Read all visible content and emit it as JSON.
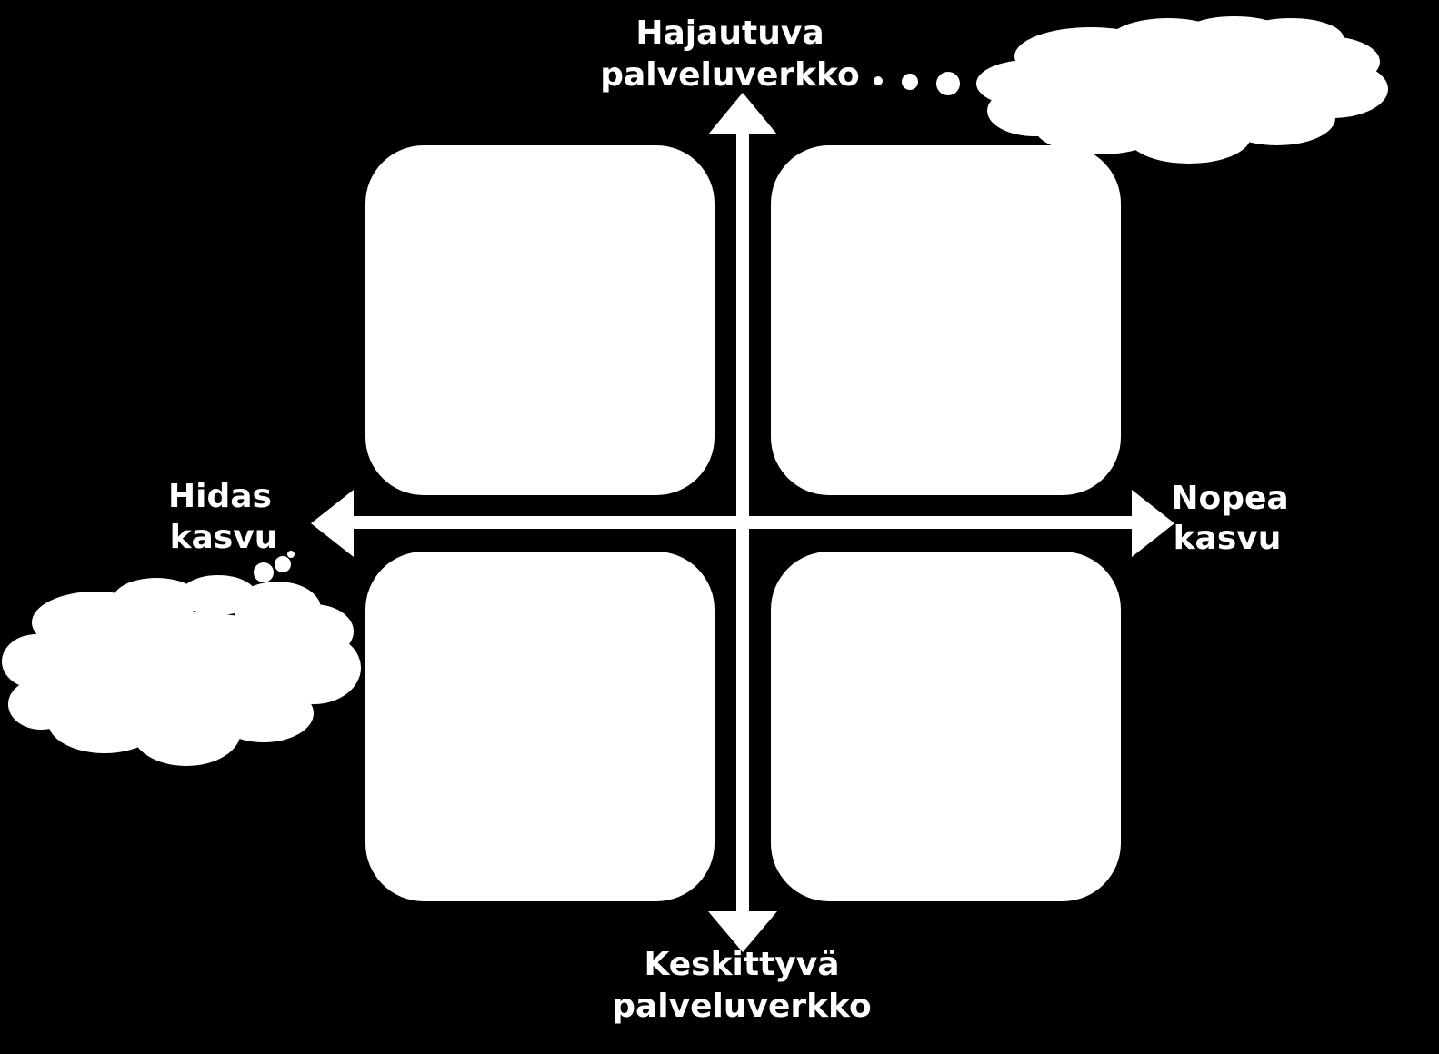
{
  "colors": {
    "background": "#000000",
    "foreground": "#ffffff"
  },
  "axes": {
    "top": {
      "line1": "Hajautuva",
      "line2": "palveluverkko"
    },
    "bottom": {
      "line1": "Keskittyvä",
      "line2": "palveluverkko"
    },
    "left": {
      "line1": "Hidas",
      "line2": "kasvu"
    },
    "right": {
      "line1": "Nopea",
      "line2": "kasvu"
    }
  },
  "quadrants": [
    "",
    "",
    "",
    ""
  ]
}
